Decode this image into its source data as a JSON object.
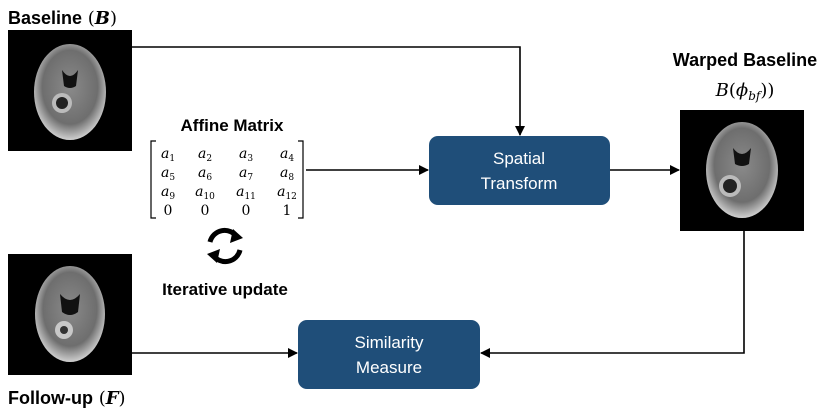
{
  "baseline": {
    "label": "Baseline",
    "symbol": "B"
  },
  "followup": {
    "label": "Follow-up",
    "symbol": "F"
  },
  "warped": {
    "label": "Warped Baseline",
    "expr_open": "(",
    "expr_B": "B",
    "expr_phi": "ϕ",
    "expr_sub": "bf",
    "expr_close": "))"
  },
  "affine": {
    "title": "Affine Matrix",
    "rows": [
      [
        {
          "b": "a",
          "s": "1"
        },
        {
          "b": "a",
          "s": "2"
        },
        {
          "b": "a",
          "s": "3"
        },
        {
          "b": "a",
          "s": "4"
        }
      ],
      [
        {
          "b": "a",
          "s": "5"
        },
        {
          "b": "a",
          "s": "6"
        },
        {
          "b": "a",
          "s": "7"
        },
        {
          "b": "a",
          "s": "8"
        }
      ],
      [
        {
          "b": "a",
          "s": "9"
        },
        {
          "b": "a",
          "s": "10"
        },
        {
          "b": "a",
          "s": "11"
        },
        {
          "b": "a",
          "s": "12"
        }
      ],
      [
        {
          "b": "0",
          "s": ""
        },
        {
          "b": "0",
          "s": ""
        },
        {
          "b": "0",
          "s": ""
        },
        {
          "b": "1",
          "s": ""
        }
      ]
    ]
  },
  "update": {
    "label": "Iterative update",
    "icon": "refresh-icon"
  },
  "spatial_transform": {
    "line1": "Spatial",
    "line2": "Transform"
  },
  "similarity": {
    "line1": "Similarity",
    "line2": "Measure"
  },
  "colors": {
    "box_fill": "#1f4e79",
    "box_text": "#ffffff",
    "arrow": "#000000",
    "image_bg": "#000000"
  }
}
